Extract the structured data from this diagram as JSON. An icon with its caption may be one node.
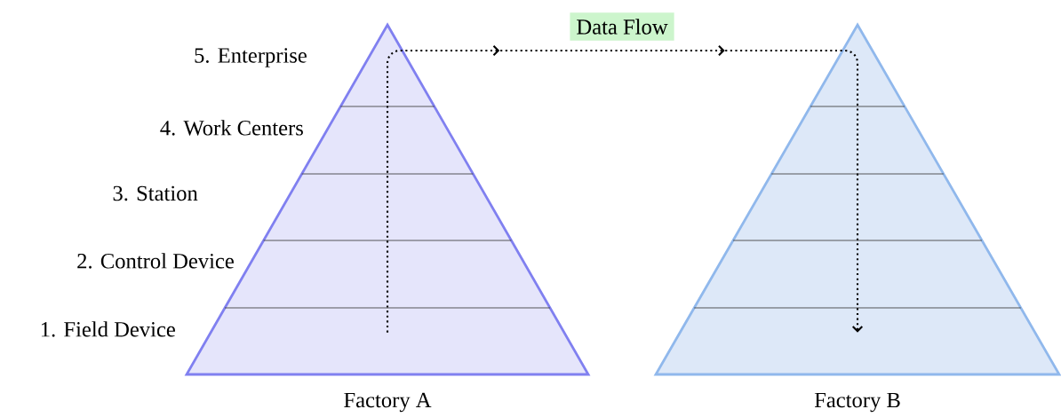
{
  "diagram": {
    "nodes": [
      {
        "text": [],
        "shape": "triangle",
        "beside": [
          "Factory A"
        ]
      },
      {
        "text": [],
        "shape": "triangle",
        "beside": [
          "Factory B"
        ]
      }
    ],
    "edges": [
      {
        "from": 0,
        "to": 1,
        "arrow": "to",
        "style": "dashed",
        "label": "Data Flow"
      }
    ],
    "labels": [
      "5. Enterprise",
      "4. Work Centers",
      "3. Station",
      "2. Control Device",
      "1. Field Device"
    ]
  }
}
